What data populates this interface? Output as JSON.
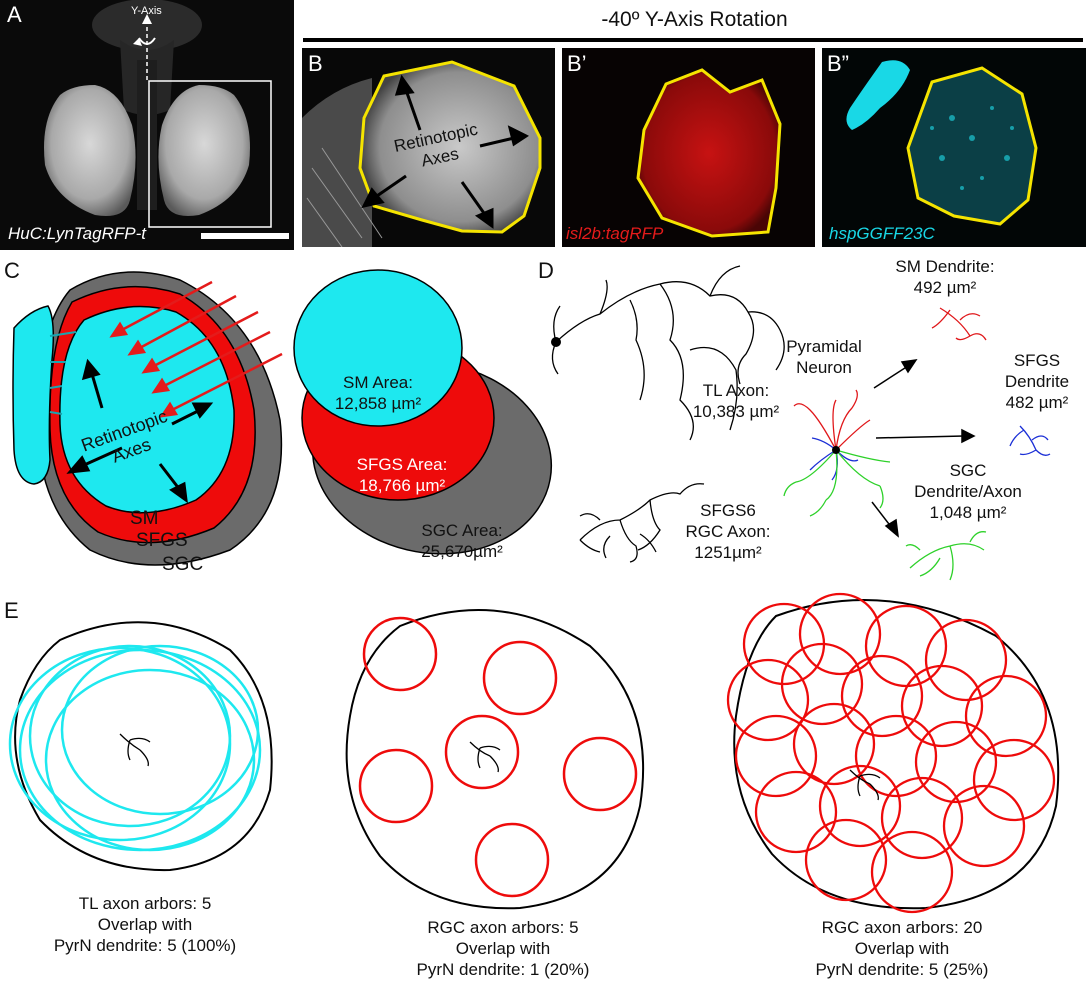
{
  "panel_a": {
    "letter": "A",
    "axis_label": "Y-Axis",
    "line_label": "HuC:LynTagRFP-t"
  },
  "panel_b": {
    "title": "-40º Y-Axis Rotation",
    "letter_b": "B",
    "letter_b1": "B’",
    "letter_b2": "B”",
    "retinotopic_label_1": "Retinotopic",
    "retinotopic_label_2": "Axes",
    "b1_label": "isl2b:tagRFP",
    "b2_label": "hspGGFF23C",
    "outline_color": "#f5e400",
    "red_color": "#d31414",
    "cyan_color": "#19d8e6"
  },
  "panel_c": {
    "letter": "C",
    "retinotopic_1": "Retinotopic",
    "retinotopic_2": "Axes",
    "layer_sm": "SM",
    "layer_sfgs": "SFGS",
    "layer_sgc": "SGC",
    "sm_area_1": "SM Area:",
    "sm_area_2": "12,858 µm²",
    "sfgs_area_1": "SFGS Area:",
    "sfgs_area_2": "18,766 µm²",
    "sgc_area_1": "SGC Area:",
    "sgc_area_2": "25,670µm²",
    "colors": {
      "sm": "#1ee8ef",
      "sfgs": "#ee0b0b",
      "sgc": "#6b6b6b"
    }
  },
  "panel_d": {
    "letter": "D",
    "tl_axon_1": "TL Axon:",
    "tl_axon_2": "10,383 µm²",
    "sfgs6_1": "SFGS6",
    "sfgs6_2": "RGC Axon:",
    "sfgs6_3": "1251µm²",
    "pyr_1": "Pyramidal",
    "pyr_2": "Neuron",
    "sm_dend_1": "SM Dendrite:",
    "sm_dend_2": "492 µm²",
    "sfgs_dend_1": "SFGS",
    "sfgs_dend_2": "Dendrite",
    "sfgs_dend_3": "482 µm²",
    "sgc_dend_1": "SGC",
    "sgc_dend_2": "Dendrite/Axon",
    "sgc_dend_3": "1,048 µm²",
    "colors": {
      "red": "#e0171a",
      "blue": "#1b2fd6",
      "green": "#2ed12a"
    }
  },
  "panel_e": {
    "letter": "E",
    "cap1_1": "TL axon arbors: 5",
    "cap1_2": "Overlap with",
    "cap1_3": "PyrN dendrite: 5 (100%)",
    "cap2_1": "RGC axon arbors: 5",
    "cap2_2": "Overlap with",
    "cap2_3": "PyrN dendrite: 1 (20%)",
    "cap3_1": "RGC axon arbors: 20",
    "cap3_2": "Overlap with",
    "cap3_3": "PyrN dendrite: 5 (25%)"
  }
}
